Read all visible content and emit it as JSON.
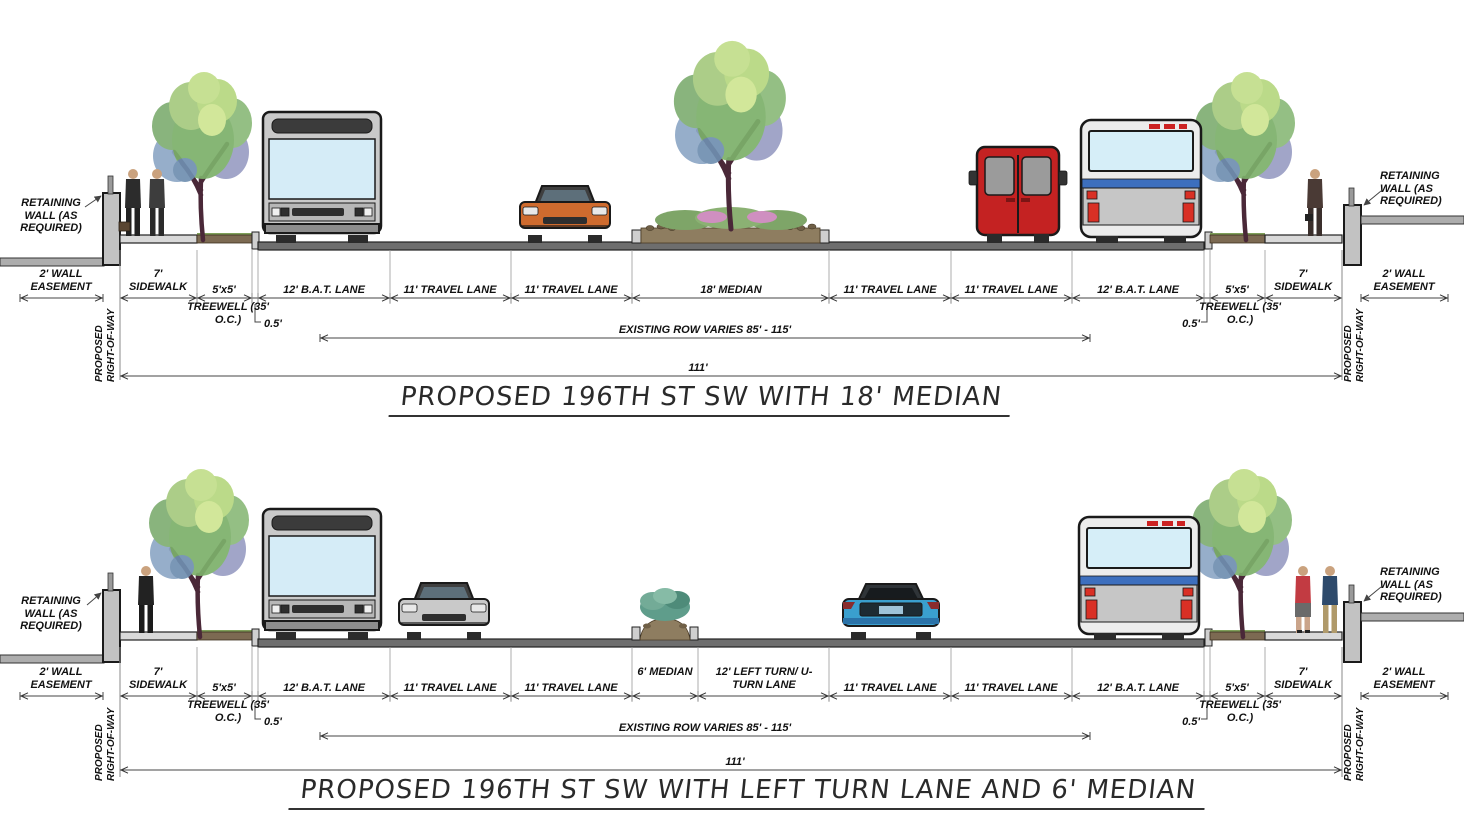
{
  "panels": [
    {
      "id": "top",
      "title": "PROPOSED 196TH ST SW WITH 18' MEDIAN",
      "total_width_label": "111'",
      "existing_row_label": "EXISTING ROW VARIES 85' - 115'",
      "left": {
        "retaining_wall": "RETAINING WALL (AS REQUIRED)",
        "wall_easement": "2' WALL EASEMENT",
        "proposed_row": "PROPOSED RIGHT-OF-WAY",
        "curb_offset": "0.5'",
        "treewell_note": "TREEWELL (35' O.C.)"
      },
      "right": {
        "retaining_wall": "RETAINING WALL (AS REQUIRED)",
        "wall_easement": "2' WALL EASEMENT",
        "proposed_row": "PROPOSED RIGHT-OF-WAY",
        "curb_offset": "0.5'",
        "treewell_note": "TREEWELL (35' O.C.)"
      },
      "segments": [
        "7' SIDEWALK",
        "5'x5'",
        "12' B.A.T. LANE",
        "11' TRAVEL LANE",
        "11' TRAVEL LANE",
        "18' MEDIAN",
        "11' TRAVEL LANE",
        "11' TRAVEL LANE",
        "12' B.A.T. LANE",
        "5'x5'",
        "7' SIDEWALK"
      ]
    },
    {
      "id": "bottom",
      "title": "PROPOSED 196TH ST SW WITH LEFT TURN LANE AND 6' MEDIAN",
      "total_width_label": "111'",
      "existing_row_label": "EXISTING ROW VARIES 85' - 115'",
      "left": {
        "retaining_wall": "RETAINING WALL (AS REQUIRED)",
        "wall_easement": "2' WALL EASEMENT",
        "proposed_row": "PROPOSED RIGHT-OF-WAY",
        "curb_offset": "0.5'",
        "treewell_note": "TREEWELL (35' O.C.)"
      },
      "right": {
        "retaining_wall": "RETAINING WALL (AS REQUIRED)",
        "wall_easement": "2' WALL EASEMENT",
        "proposed_row": "PROPOSED RIGHT-OF-WAY",
        "curb_offset": "0.5'",
        "treewell_note": "TREEWELL (35' O.C.)"
      },
      "segments": [
        "7' SIDEWALK",
        "5'x5'",
        "12' B.A.T. LANE",
        "11' TRAVEL LANE",
        "11' TRAVEL LANE",
        "6' MEDIAN",
        "12' LEFT TURN/ U-TURN LANE",
        "11' TRAVEL LANE",
        "11' TRAVEL LANE",
        "12' B.A.T. LANE",
        "5'x5'",
        "7' SIDEWALK"
      ]
    }
  ]
}
